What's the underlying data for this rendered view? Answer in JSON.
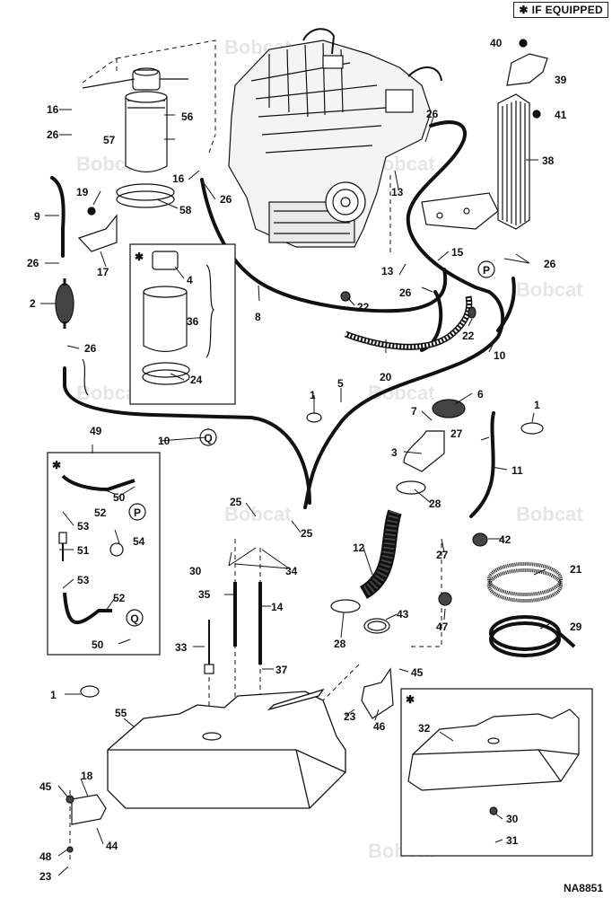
{
  "header": {
    "star": "✱",
    "note": "IF EQUIPPED"
  },
  "figure_id": "NA8851",
  "watermark_text": "Bobcat",
  "connector_letters": [
    "P",
    "Q"
  ],
  "callouts": [
    "1",
    "2",
    "3",
    "4",
    "5",
    "6",
    "7",
    "8",
    "9",
    "10",
    "11",
    "12",
    "13",
    "14",
    "15",
    "16",
    "17",
    "18",
    "19",
    "20",
    "21",
    "22",
    "23",
    "24",
    "25",
    "26",
    "27",
    "28",
    "29",
    "30",
    "31",
    "32",
    "33",
    "34",
    "35",
    "36",
    "37",
    "38",
    "39",
    "40",
    "41",
    "42",
    "43",
    "44",
    "45",
    "46",
    "47",
    "48",
    "49",
    "50",
    "51",
    "52",
    "53",
    "54",
    "55",
    "56",
    "57",
    "58"
  ],
  "colors": {
    "line": "#111111",
    "hose": "#111111",
    "watermark": "#e6e6e6",
    "background": "#ffffff"
  }
}
